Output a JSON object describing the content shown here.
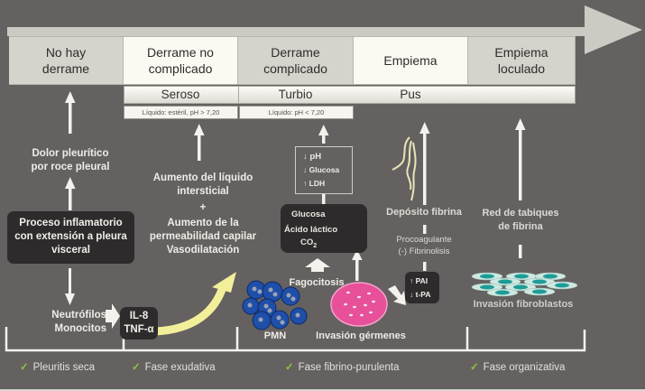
{
  "stages": [
    {
      "label": "No hay derrame",
      "highlight": false
    },
    {
      "label": "Derrame no complicado",
      "highlight": true
    },
    {
      "label": "Derrame complicado",
      "highlight": false
    },
    {
      "label": "Empiema",
      "highlight": true
    },
    {
      "label": "Empiema loculado",
      "highlight": false
    }
  ],
  "fluid_types": [
    {
      "label": "Seroso",
      "detail": "Líquido: estéril, pH > 7,20"
    },
    {
      "label": "Turbio",
      "detail": "Líquido: pH < 7,20"
    },
    {
      "label": "Pus"
    }
  ],
  "column1": {
    "pain": "Dolor pleurítico\npor roce pleural",
    "process": "Proceso inflamatorio\ncon extensión a pleura\nvisceral",
    "cells": "Neutrófilos\nMonocitos",
    "cytokines": "IL-8\nTNF-α"
  },
  "column2": {
    "liquid": "Aumento del líquido\nintersticial",
    "plus": "+",
    "permeability": "Aumento de la\npermeabilidad capilar\nVasodilatación"
  },
  "column3": {
    "markers": [
      {
        "arrow": "↓",
        "label": "pH"
      },
      {
        "arrow": "↓",
        "label": "Glucosa"
      },
      {
        "arrow": "↑",
        "label": "LDH"
      }
    ],
    "metabolism_top": "Glucosa",
    "metabolism_bottom": "Ácido láctico",
    "co2": "CO",
    "co2_sub": "2",
    "phagocytosis": "Fagocitosis",
    "pmn": "PMN",
    "germs": "Invasión gérmenes"
  },
  "column4": {
    "fibrin": "Depósito fibrina",
    "procoagulant": "Procoagulante\n(-) Fibrinolisis",
    "pai_markers": [
      {
        "arrow": "↑",
        "label": "PAI"
      },
      {
        "arrow": "↓",
        "label": "t-PA"
      }
    ]
  },
  "column5": {
    "septa": "Red de tabiques\nde fibrina",
    "fibroblasts": "Invasión fibroblastos"
  },
  "phases": [
    {
      "label": "Pleuritis seca"
    },
    {
      "label": "Fase exudativa"
    },
    {
      "label": "Fase fibrino-purulenta"
    },
    {
      "label": "Fase organizativa"
    }
  ],
  "colors": {
    "background": "#656160",
    "timeline": "#cccbc3",
    "stage_gray": "#d4d3cc",
    "stage_highlight": "#fbfaf2",
    "dark_box": "#2d2b2b",
    "check": "#8cc43c",
    "yellow_arrow": "#f2ef9a",
    "pmn_blue": "#1f4fa8",
    "germ_pink": "#e8509a",
    "fibroblast_teal": "#1e9c98"
  }
}
